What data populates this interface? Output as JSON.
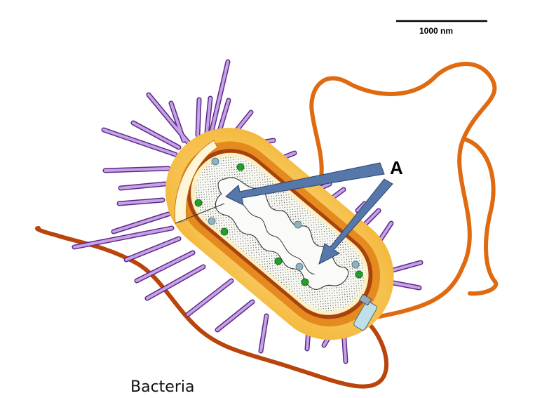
{
  "scale_bar": {
    "label": "1000 nm"
  },
  "caption": "Bacteria",
  "marker": {
    "label": "A"
  },
  "colors": {
    "capsule": "#f7c44a",
    "cell_wall": "#e58a1e",
    "membrane": "#a8420e",
    "cytoplasm_border": "#fdf0c0",
    "flagellum": "#e06a10",
    "pili": "#c8a2e8",
    "pili_edge": "#5b2a86",
    "ribosome": "#22a02a",
    "granule": "#8fb3c0",
    "arrow": "#5577aa"
  },
  "icons": [
    "flagellum-motor-icon"
  ]
}
